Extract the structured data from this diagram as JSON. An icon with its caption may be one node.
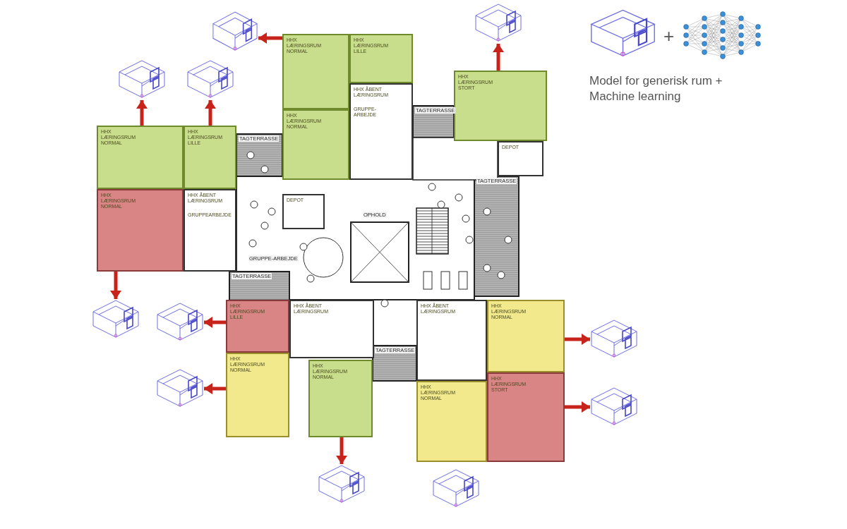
{
  "diagram": {
    "nodes": [
      {
        "text": [],
        "shape": "picture"
      },
      {
        "text": [],
        "shape": "picture"
      },
      {
        "text": [],
        "shape": "picture"
      },
      {
        "text": [],
        "shape": "picture"
      },
      {
        "text": [],
        "shape": "picture"
      },
      {
        "text": [],
        "shape": "picture"
      },
      {
        "text": [
          "HHX LÆRINGSRUM NORMAL"
        ]
      },
      {
        "text": [
          "HHX LÆRINGSRUM LILLE"
        ]
      },
      {
        "text": [
          "HHX ÅBENT LÆRINGSRUM",
          "GRUPPE-ARBEJDE"
        ]
      },
      {
        "text": [
          "HHX LÆRINGSRUM NORMAL"
        ]
      },
      {
        "text": [
          "HHX LÆRINGSRUM STORT"
        ]
      },
      {
        "text": [
          "HHX LÆRINGSRUM NORMAL"
        ]
      },
      {
        "text": [
          "HHX LÆRINGSRUM LILLE"
        ]
      },
      {
        "text": [
          "DEPOT"
        ]
      },
      {
        "text": [
          "HHX LÆRINGSRUM NORMAL"
        ]
      },
      {
        "text": [
          "HHX ÅBENT LÆRINGSRUM",
          "GRUPPEARBEJDE"
        ]
      },
      {
        "text": [
          "DEPOT"
        ]
      },
      {
        "text": [
          "HHX LÆRINGSRUM LILLE"
        ]
      },
      {
        "text": [
          "HHX ÅBENT LÆRINGSRUM"
        ]
      },
      {
        "text": [
          "HHX ÅBENT LÆRINGSRUM"
        ]
      },
      {
        "text": [
          "HHX LÆRINGSRUM NORMAL"
        ]
      },
      {
        "text": [
          "HHX LÆRINGSRUM NORMAL"
        ]
      },
      {
        "text": [
          "HHX LÆRINGSRUM NORMAL"
        ]
      },
      {
        "text": [
          "HHX LÆRINGSRUM NORMAL"
        ]
      },
      {
        "text": [
          "HHX LÆRINGSRUM STORT"
        ]
      },
      {
        "text": [],
        "shape": "picture"
      },
      {
        "text": [],
        "shape": "picture"
      },
      {
        "text": [],
        "shape": "picture"
      },
      {
        "text": [],
        "shape": "picture"
      },
      {
        "text": [],
        "shape": "picture"
      },
      {
        "text": [],
        "shape": "picture"
      },
      {
        "text": [],
        "shape": "picture"
      }
    ],
    "edges": [
      {
        "from": 6,
        "to": 0,
        "arrow": "to"
      },
      {
        "from": 10,
        "to": 1,
        "arrow": "to"
      },
      {
        "from": 11,
        "to": 4,
        "arrow": "to"
      },
      {
        "from": 12,
        "to": 5,
        "arrow": "to"
      },
      {
        "from": 14,
        "to": 25,
        "arrow": "to"
      },
      {
        "from": 17,
        "to": 26,
        "arrow": "to"
      },
      {
        "from": 21,
        "to": 27,
        "arrow": "to"
      },
      {
        "from": 20,
        "to": 28,
        "arrow": "to"
      },
      {
        "from": 24,
        "to": 29,
        "arrow": "to"
      },
      {
        "from": 22,
        "to": 30,
        "arrow": "to"
      }
    ],
    "labels": [
      "+",
      "Model for generisk rum + Machine learning",
      "TAGTERRASSE",
      "TAGTERRASSE",
      "TAGTERRASSE",
      "OPHOLD",
      "GRUPPE-ARBEJDE",
      "TAGTERRASSE",
      "TAGTERRASSE"
    ]
  }
}
